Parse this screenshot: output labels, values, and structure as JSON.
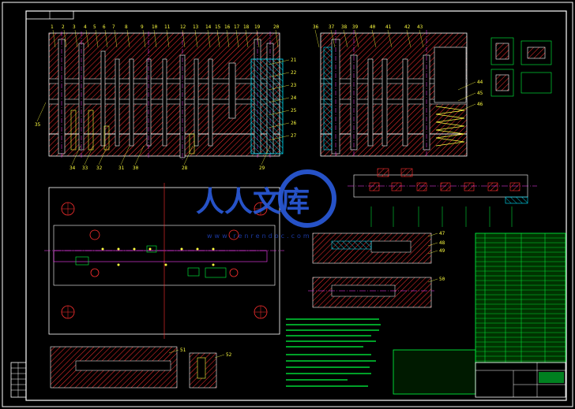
{
  "drawing": {
    "leader_numbers_left": [
      "1",
      "2",
      "3",
      "4",
      "5",
      "6",
      "7",
      "8",
      "9",
      "10",
      "11",
      "12",
      "13",
      "14",
      "15",
      "16",
      "17",
      "18",
      "19",
      "20"
    ],
    "leader_numbers_right_side": [
      "21",
      "22",
      "23",
      "24",
      "25",
      "26",
      "27"
    ],
    "leader_numbers_bottom": [
      "28",
      "29",
      "30",
      "31",
      "32",
      "33",
      "34",
      "35"
    ],
    "leader_numbers_section2_top": [
      "36",
      "37",
      "38",
      "39",
      "40",
      "41",
      "42",
      "43"
    ],
    "leader_numbers_section2_right": [
      "44",
      "45",
      "46"
    ],
    "leader_numbers_detail": [
      "47",
      "48",
      "49",
      "50",
      "51",
      "52"
    ],
    "colors": {
      "background": "#000000",
      "border": "#ffffff",
      "outline": "#ffffff",
      "hatch": "#ff3030",
      "cyan": "#00e5ff",
      "green": "#00ff40",
      "yellow": "#ffff40",
      "magenta": "#ff40ff"
    }
  },
  "watermark": {
    "text": "人人文库",
    "url": "www.renrendoc.com"
  }
}
